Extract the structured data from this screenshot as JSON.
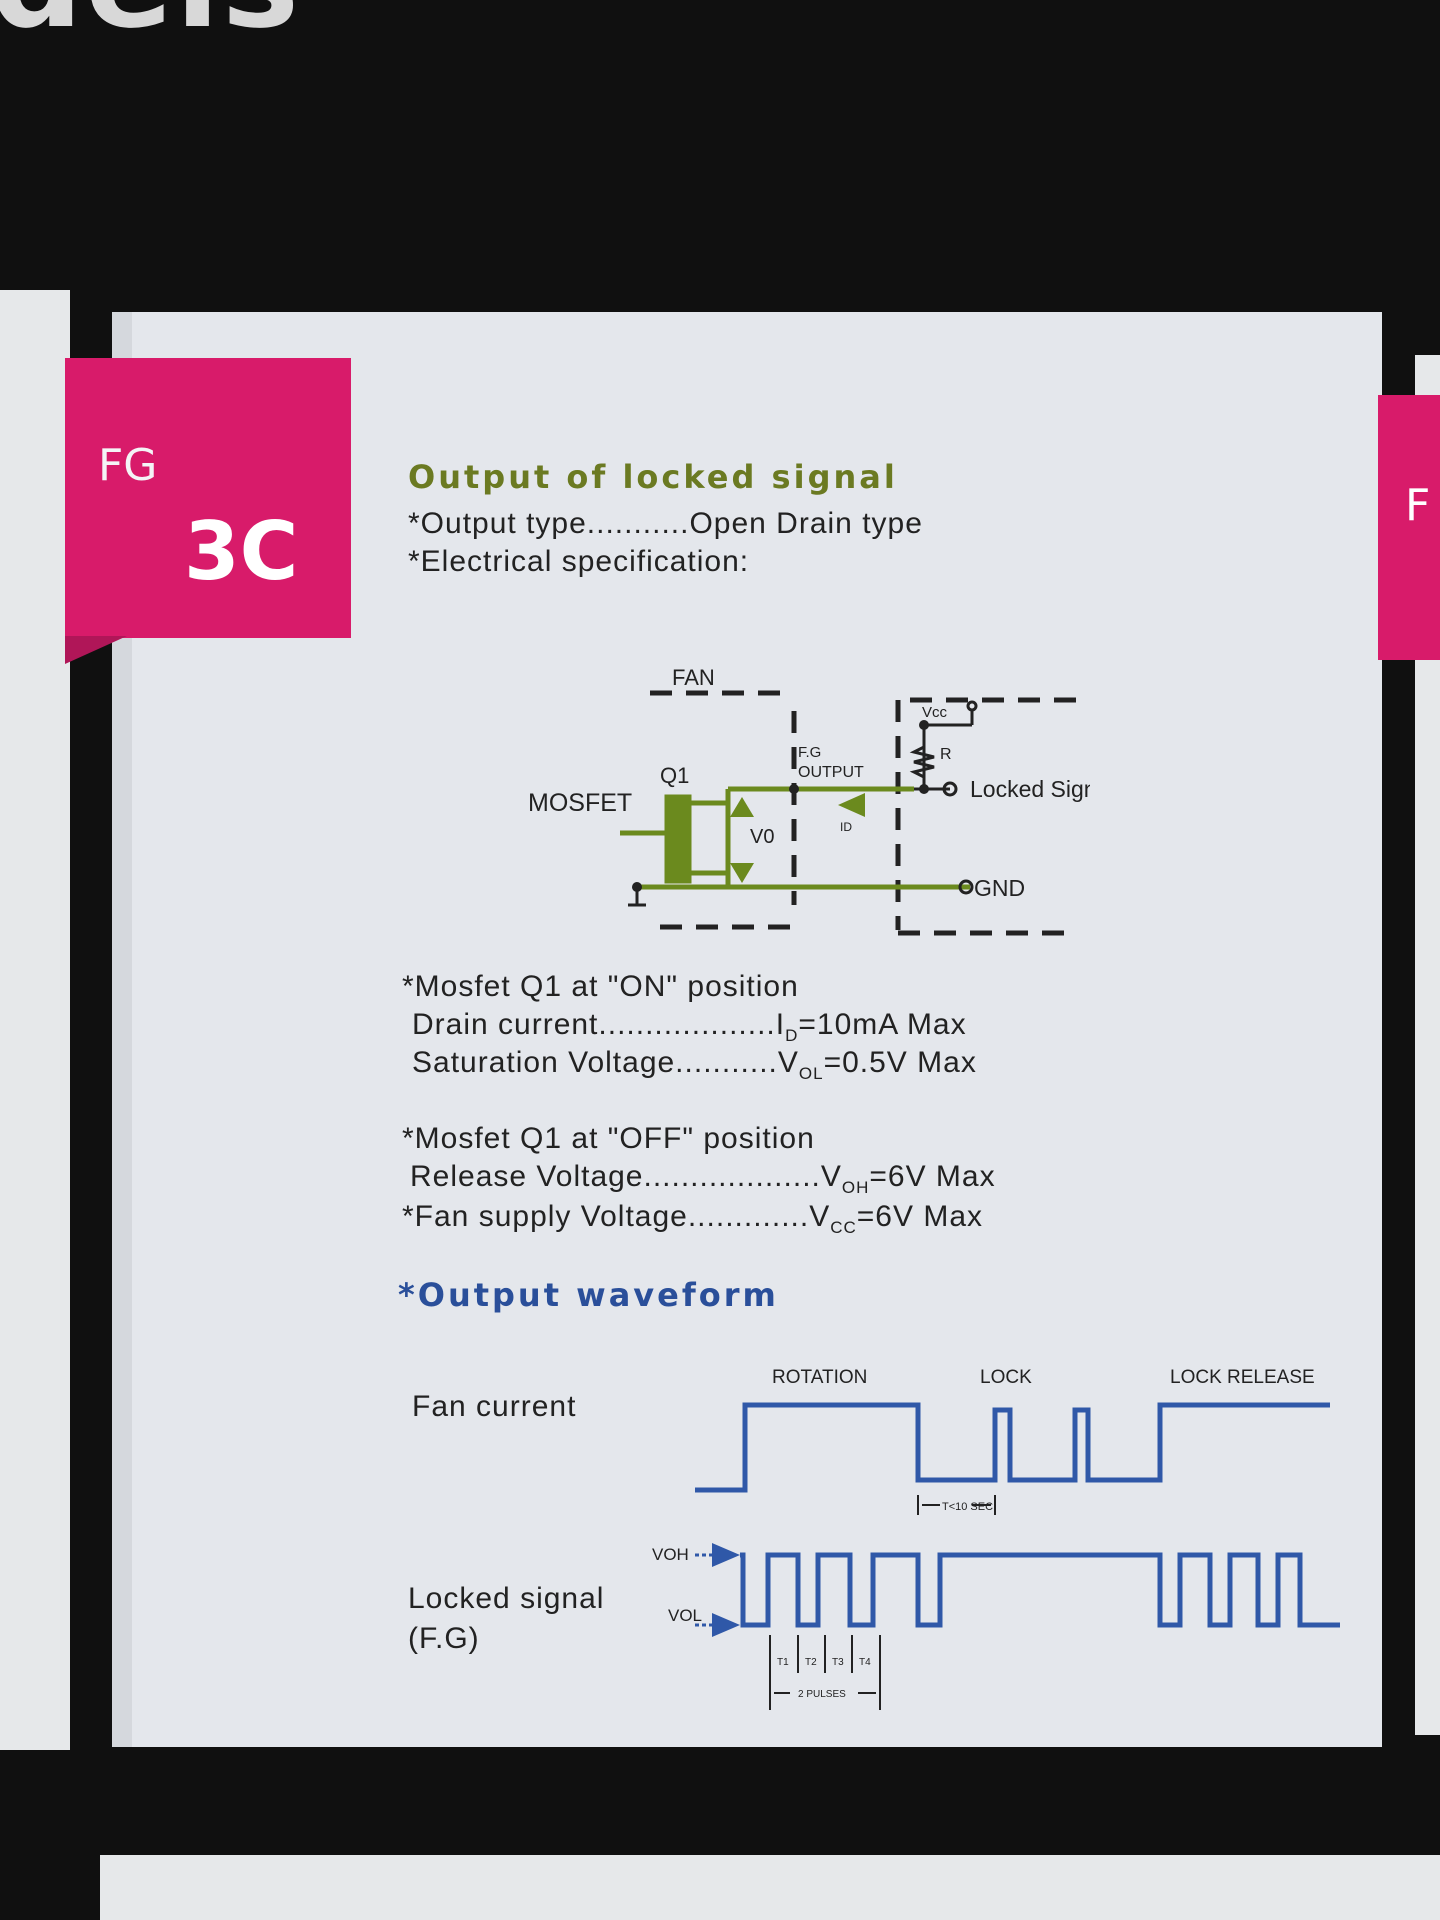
{
  "backdrop": {
    "heading_fragment": "dels"
  },
  "tab": {
    "series": "FG",
    "code": "3C",
    "next_tab_letter": "F"
  },
  "section1": {
    "title": "Output of locked signal",
    "output_type": "*Output type...........Open Drain type",
    "electrical_spec": "*Electrical specification:"
  },
  "circuit": {
    "fan": "FAN",
    "q1": "Q1",
    "mosfet": "MOSFET",
    "v0": "V0",
    "fg_output_1": "F.G",
    "fg_output_2": "OUTPUT",
    "id": "ID",
    "vcc": "Vcc",
    "r": "R",
    "locked_signal": "Locked Signal",
    "gnd": "GND"
  },
  "on_position": {
    "heading": "*Mosfet Q1 at \"ON\" position",
    "drain_label": "Drain current...................I",
    "drain_sub": "D",
    "drain_value": "=10mA Max",
    "sat_label": "Saturation Voltage...........V",
    "sat_sub": "OL",
    "sat_value": "=0.5V Max"
  },
  "off_position": {
    "heading": "*Mosfet Q1 at \"OFF\" position",
    "release_label": "Release Voltage...................V",
    "release_sub": "OH",
    "release_value": "=6V Max",
    "supply_label": "*Fan supply Voltage.............V",
    "supply_sub": "CC",
    "supply_value": "=6V Max"
  },
  "waveform": {
    "title": "*Output waveform",
    "rotation": "ROTATION",
    "lock": "LOCK",
    "lock_release": "LOCK RELEASE",
    "fan_current": "Fan current",
    "t_label": "T<10 SEC",
    "locked_signal_1": "Locked signal",
    "locked_signal_2": "(F.G)",
    "voh": "VOH",
    "vol": "VOL",
    "t1": "T1",
    "t2": "T2",
    "t3": "T3",
    "t4": "T4",
    "pulses": "2 PULSES"
  },
  "colors": {
    "accent": "#d81b6a",
    "circuit_green": "#6b8a1e",
    "wave_blue": "#2f58a8"
  }
}
